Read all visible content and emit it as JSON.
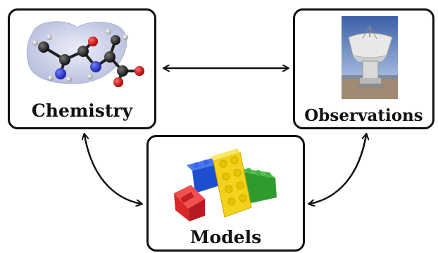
{
  "panels": {
    "chemistry": {
      "label": "Chemistry",
      "icon": "molecule-icon"
    },
    "observations": {
      "label": "Observations",
      "icon": "radio-telescope-icon"
    },
    "models": {
      "label": "Models",
      "icon": "lego-bricks-icon"
    }
  },
  "colors": {
    "border": "#111111",
    "arrow": "#111111",
    "brick_red": "#d8262a",
    "brick_blue": "#1f4fd1",
    "brick_yellow": "#f2d21b",
    "brick_green": "#2f9b2f"
  },
  "arrows": [
    {
      "from": "chemistry",
      "to": "observations",
      "direction": "both"
    },
    {
      "from": "chemistry",
      "to": "models",
      "direction": "both"
    },
    {
      "from": "observations",
      "to": "models",
      "direction": "both"
    }
  ]
}
